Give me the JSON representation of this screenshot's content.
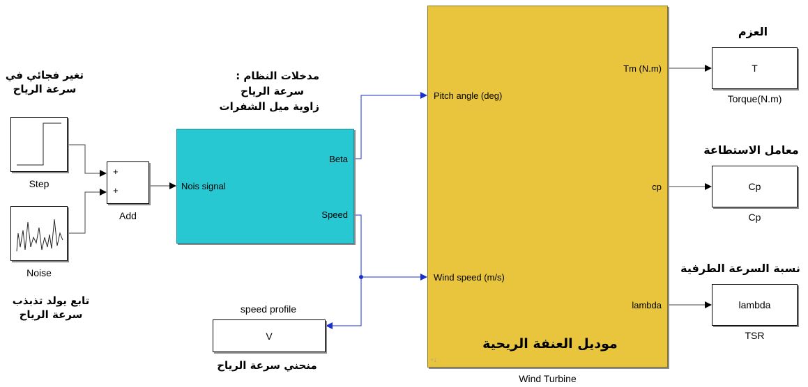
{
  "annotations": {
    "step_note_line1": "تغير فجائي في",
    "step_note_line2": "سرعة الرياح",
    "inputs_note_line1": "مدخلات النظام :",
    "inputs_note_line2": "سرعة الرياح",
    "inputs_note_line3": "زاوية ميل الشفرات",
    "noise_note_line1": "تابع يولد تذبذب",
    "noise_note_line2": "سرعة الرياح",
    "profile_note": "منحني سرعة الرياح",
    "torque_note": "العزم",
    "cp_note": "معامل الاستطاعة",
    "tsr_note": "نسبة السرعة الطرفية",
    "turbine_model_title": "موديل العنفة الريحية"
  },
  "blocks": {
    "step": {
      "caption": "Step"
    },
    "noise": {
      "caption": "Noise"
    },
    "add": {
      "caption": "Add",
      "plus1": "+",
      "plus2": "+"
    },
    "subsystem": {
      "in_port": "Nois signal",
      "out_port1": "Beta",
      "out_port2": "Speed"
    },
    "speed_profile": {
      "title": "speed profile",
      "label": "V"
    },
    "turbine": {
      "caption": "Wind Turbine",
      "in_port1": "Pitch angle (deg)",
      "in_port2": "Wind speed (m/s)",
      "out_port1": "Tm (N.m)",
      "out_port2": "cp",
      "out_port3": "lambda"
    },
    "torque": {
      "label": "T",
      "caption": "Torque(N.m)"
    },
    "cp": {
      "label": "Cp",
      "caption": "Cp"
    },
    "lambda": {
      "label": "lambda",
      "caption": "TSR"
    }
  },
  "colors": {
    "turbine_fill": "#e8c53c",
    "subsystem_fill": "#28c8d2",
    "signal_blue": "#1a2fd0",
    "wire_dark": "#333333"
  }
}
